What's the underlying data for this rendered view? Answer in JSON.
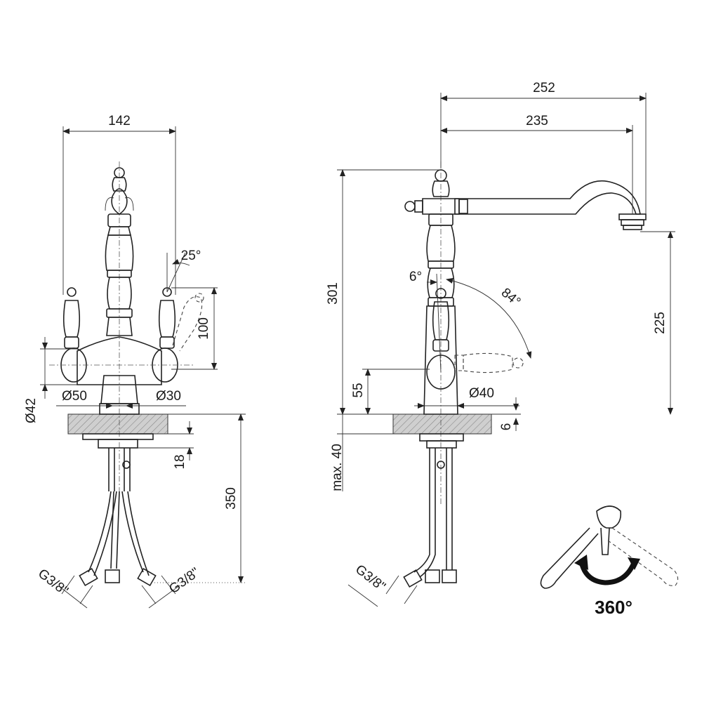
{
  "front_view": {
    "width_label": "142",
    "lever_angle_label": "25°",
    "lever_height_label": "100",
    "body_dia_label": "Ø50",
    "valve_dia_label": "Ø30",
    "base_dia_label": "Ø42",
    "clamp_label": "18",
    "hose_length_label": "350",
    "hose_left_label": "G3/8\"",
    "hose_right_label": "G3/8\""
  },
  "side_view": {
    "reach_total_label": "252",
    "reach_spout_label": "235",
    "height_label": "301",
    "spout_clearance_label": "225",
    "lever_offset_angle_label": "6°",
    "lever_swing_angle_label": "84°",
    "lever_height_label": "55",
    "base_dia_label": "Ø40",
    "base_height_label": "6",
    "deck_max_label": "max. 40",
    "hose_label": "G3/8\""
  },
  "rotation": {
    "label": "360°"
  }
}
